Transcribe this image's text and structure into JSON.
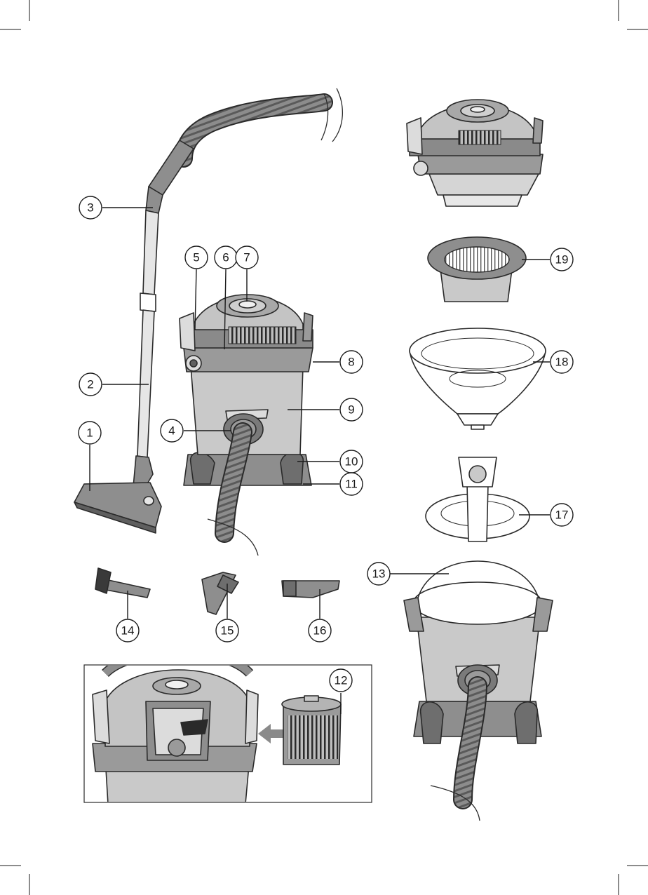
{
  "colors": {
    "dark": "#7a7a7a",
    "mid": "#9a9a9a",
    "light": "#c9c9c9",
    "pale": "#e2e2e2",
    "white": "#ffffff",
    "outline": "#2a2a2a",
    "arrow": "#8a8a8a"
  },
  "callouts": [
    {
      "id": "c1",
      "label": "1"
    },
    {
      "id": "c2",
      "label": "2"
    },
    {
      "id": "c3",
      "label": "3"
    },
    {
      "id": "c4",
      "label": "4"
    },
    {
      "id": "c5",
      "label": "5"
    },
    {
      "id": "c6",
      "label": "6"
    },
    {
      "id": "c7",
      "label": "7"
    },
    {
      "id": "c8",
      "label": "8"
    },
    {
      "id": "c9",
      "label": "9"
    },
    {
      "id": "c10",
      "label": "10"
    },
    {
      "id": "c11",
      "label": "11"
    },
    {
      "id": "c12",
      "label": "12"
    },
    {
      "id": "c13",
      "label": "13"
    },
    {
      "id": "c14",
      "label": "14"
    },
    {
      "id": "c15",
      "label": "15"
    },
    {
      "id": "c16",
      "label": "16"
    },
    {
      "id": "c17",
      "label": "17"
    },
    {
      "id": "c18",
      "label": "18"
    },
    {
      "id": "c19",
      "label": "19"
    }
  ],
  "icons": {
    "hose": "hose-icon",
    "arrow": "arrow-left-icon",
    "brush": "brush-icon"
  }
}
